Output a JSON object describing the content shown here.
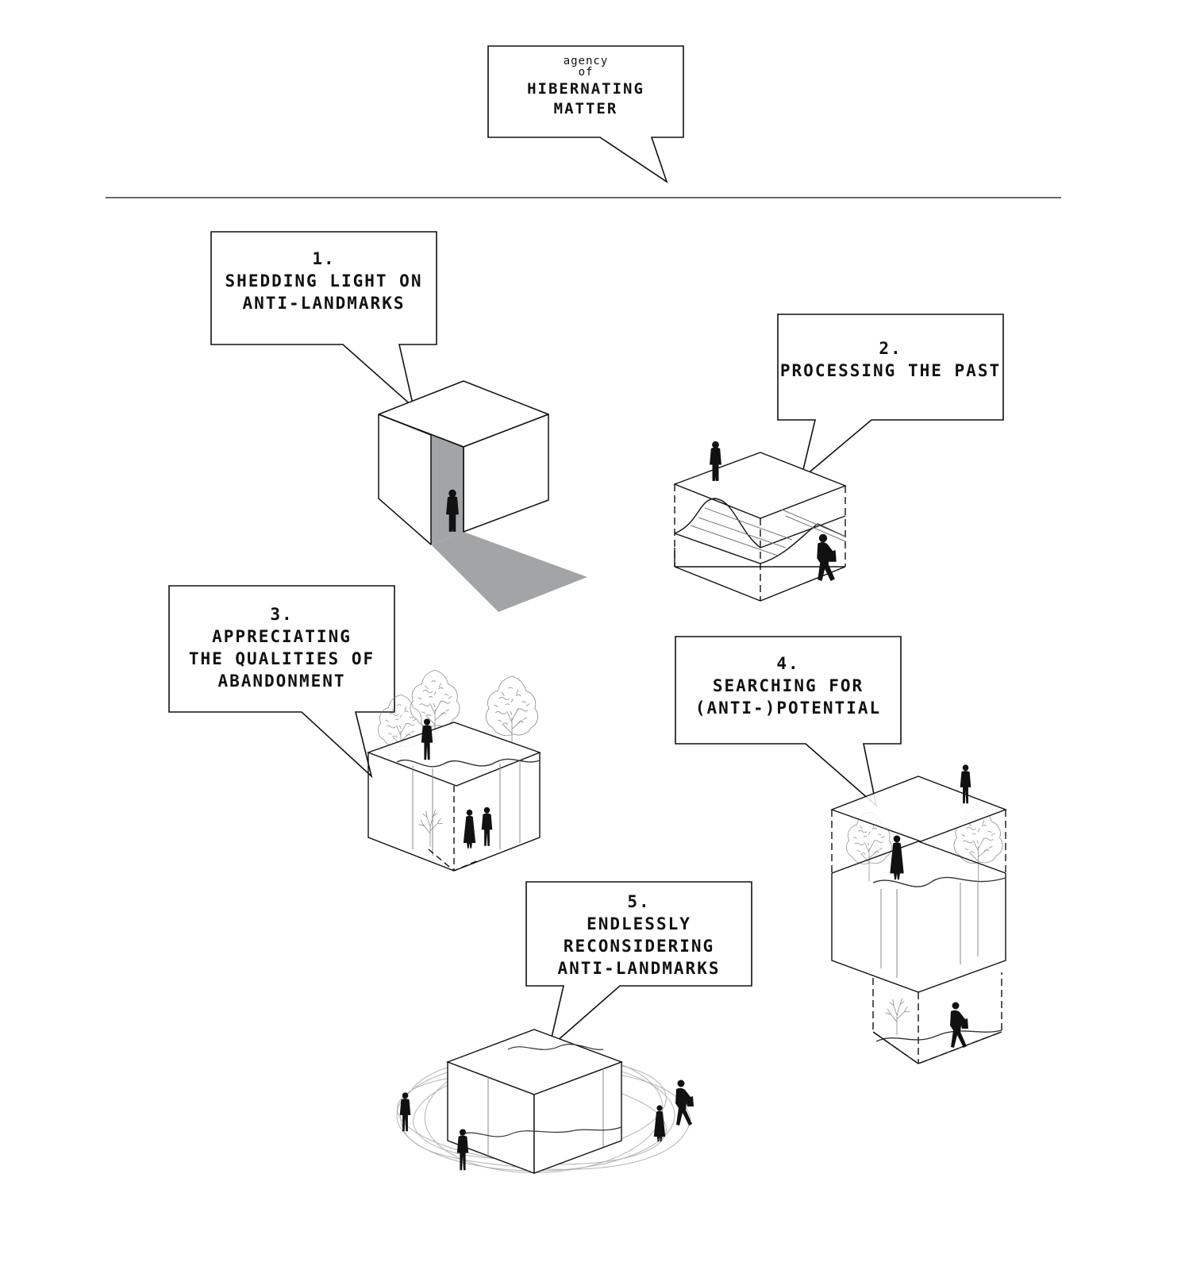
{
  "header": {
    "line1": "agency",
    "line2": "of",
    "line3": "HIBERNATING",
    "line4": "MATTER"
  },
  "steps": [
    {
      "number": "1.",
      "lines": [
        "SHEDDING LIGHT ON",
        "ANTI-LANDMARKS"
      ]
    },
    {
      "number": "2.",
      "lines": [
        "PROCESSING THE PAST"
      ]
    },
    {
      "number": "3.",
      "lines": [
        "APPRECIATING",
        "THE QUALITIES OF",
        "ABANDONMENT"
      ]
    },
    {
      "number": "4.",
      "lines": [
        "SEARCHING FOR",
        "(ANTI-)POTENTIAL"
      ]
    },
    {
      "number": "5.",
      "lines": [
        "ENDLESSLY",
        "RECONSIDERING",
        "ANTI-LANDMARKS"
      ]
    }
  ],
  "colors": {
    "line": "#111111",
    "shadow": "#a3a4a6",
    "tree": "#888888",
    "orbit": "#b5b5b5"
  }
}
